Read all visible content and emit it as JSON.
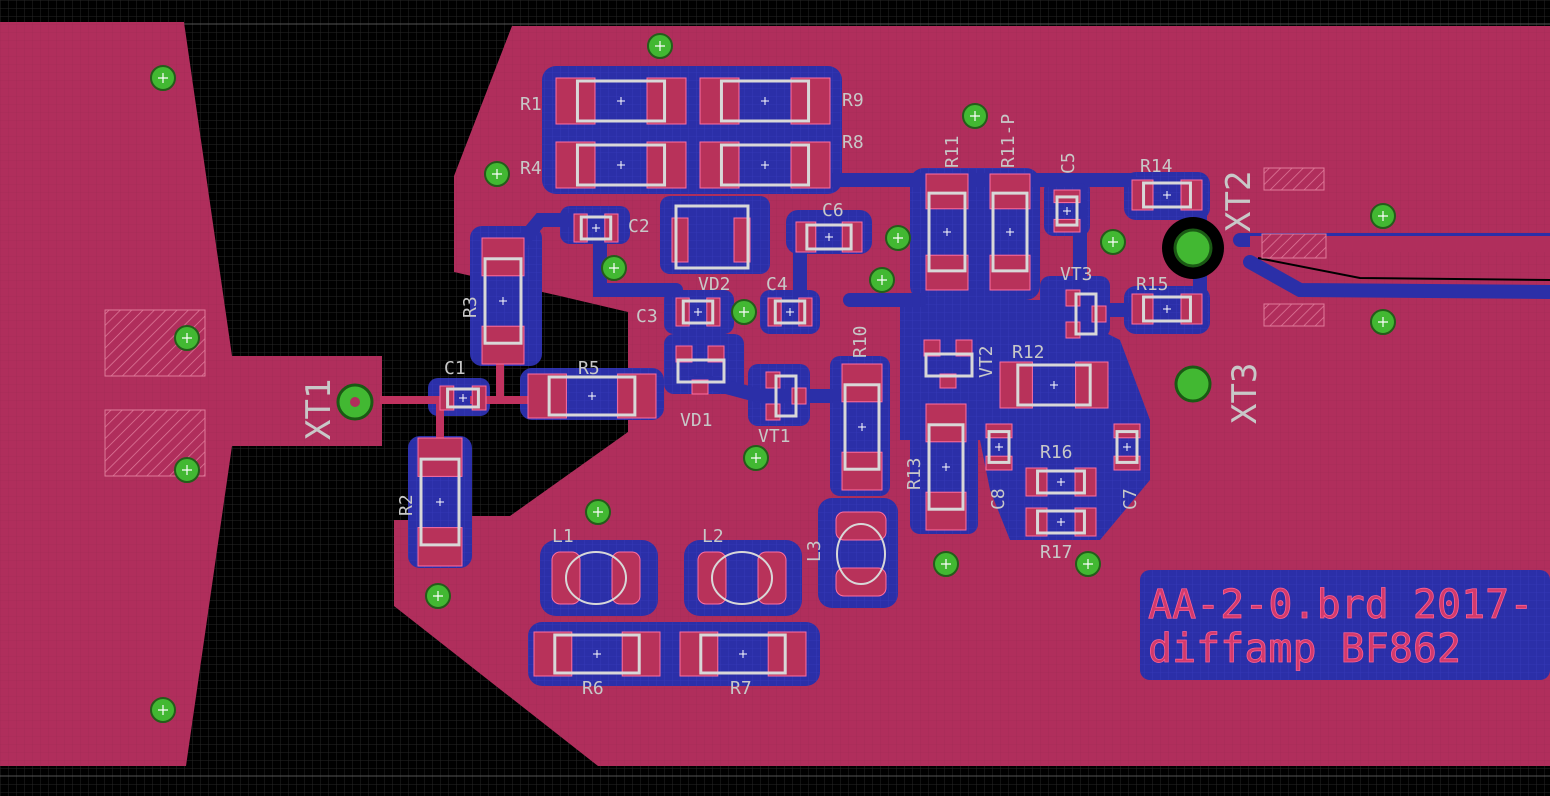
{
  "colors": {
    "background": "#000000",
    "grid": "#2a2a2a",
    "top_copper": "#b02e5c",
    "top_copper_bright": "#c63a68",
    "bottom_copper": "#2b2fa8",
    "via": "#42b832",
    "silkscreen": "#d2d2d2"
  },
  "components": {
    "r1": "R1",
    "r2": "R2",
    "r3": "R3",
    "r4": "R4",
    "r5": "R5",
    "r6": "R6",
    "r7": "R7",
    "r8": "R8",
    "r9": "R9",
    "r10": "R10",
    "r11": "R11",
    "r11p": "R11-P",
    "r12": "R12",
    "r13": "R13",
    "r14": "R14",
    "r15": "R15",
    "r16": "R16",
    "r17": "R17",
    "c1": "C1",
    "c2": "C2",
    "c3": "C3",
    "c4": "C4",
    "c5": "C5",
    "c6": "C6",
    "c7": "C7",
    "c8": "C8",
    "l1": "L1",
    "l2": "L2",
    "l3": "L3",
    "vd1": "VD1",
    "vd2": "VD2",
    "vt1": "VT1",
    "vt2": "VT2",
    "vt3": "VT3",
    "xt1": "XT1",
    "xt2": "XT2",
    "xt3": "XT3"
  },
  "board_text": {
    "line1": "AA-2-0.brd 2017-",
    "line2": "diffamp BF862"
  },
  "icons": {
    "via": "via-icon",
    "pad": "smd-pad-icon"
  }
}
